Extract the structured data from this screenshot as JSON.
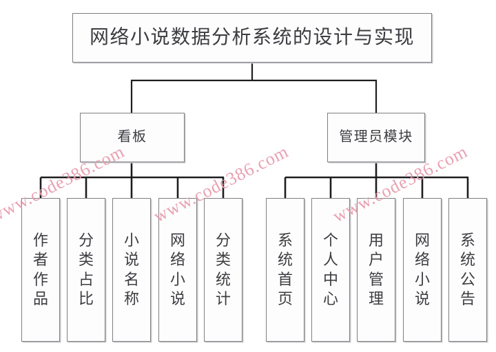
{
  "diagram": {
    "type": "tree-hierarchy",
    "title_node": {
      "id": "root",
      "label": "网络小说数据分析系统的设计与实现"
    },
    "level2": [
      {
        "id": "dashboard",
        "label": "看板"
      },
      {
        "id": "admin",
        "label": "管理员模块"
      }
    ],
    "leaves_left": [
      {
        "id": "author-works",
        "label": "作者作品"
      },
      {
        "id": "category-ratio",
        "label": "分类占比"
      },
      {
        "id": "novel-name",
        "label": "小说名称"
      },
      {
        "id": "web-novel",
        "label": "网络小说"
      },
      {
        "id": "category-statistic",
        "label": "分类统计"
      }
    ],
    "leaves_right": [
      {
        "id": "system-home",
        "label": "系统首页"
      },
      {
        "id": "personal-center",
        "label": "个人中心"
      },
      {
        "id": "user-management",
        "label": "用户管理"
      },
      {
        "id": "web-novel-admin",
        "label": "网络小说"
      },
      {
        "id": "system-notice",
        "label": "系统公告"
      }
    ]
  },
  "watermark": {
    "text": "www.code386.com",
    "color": "#e79aab",
    "instances": 3
  },
  "colors": {
    "box_border": "#7e7e82",
    "box_fill": "#fdfdfd",
    "box_shadow": "#c9c9cd",
    "text": "#3c3c41",
    "connector": "#1d1d1f",
    "background": "#ffffff"
  }
}
